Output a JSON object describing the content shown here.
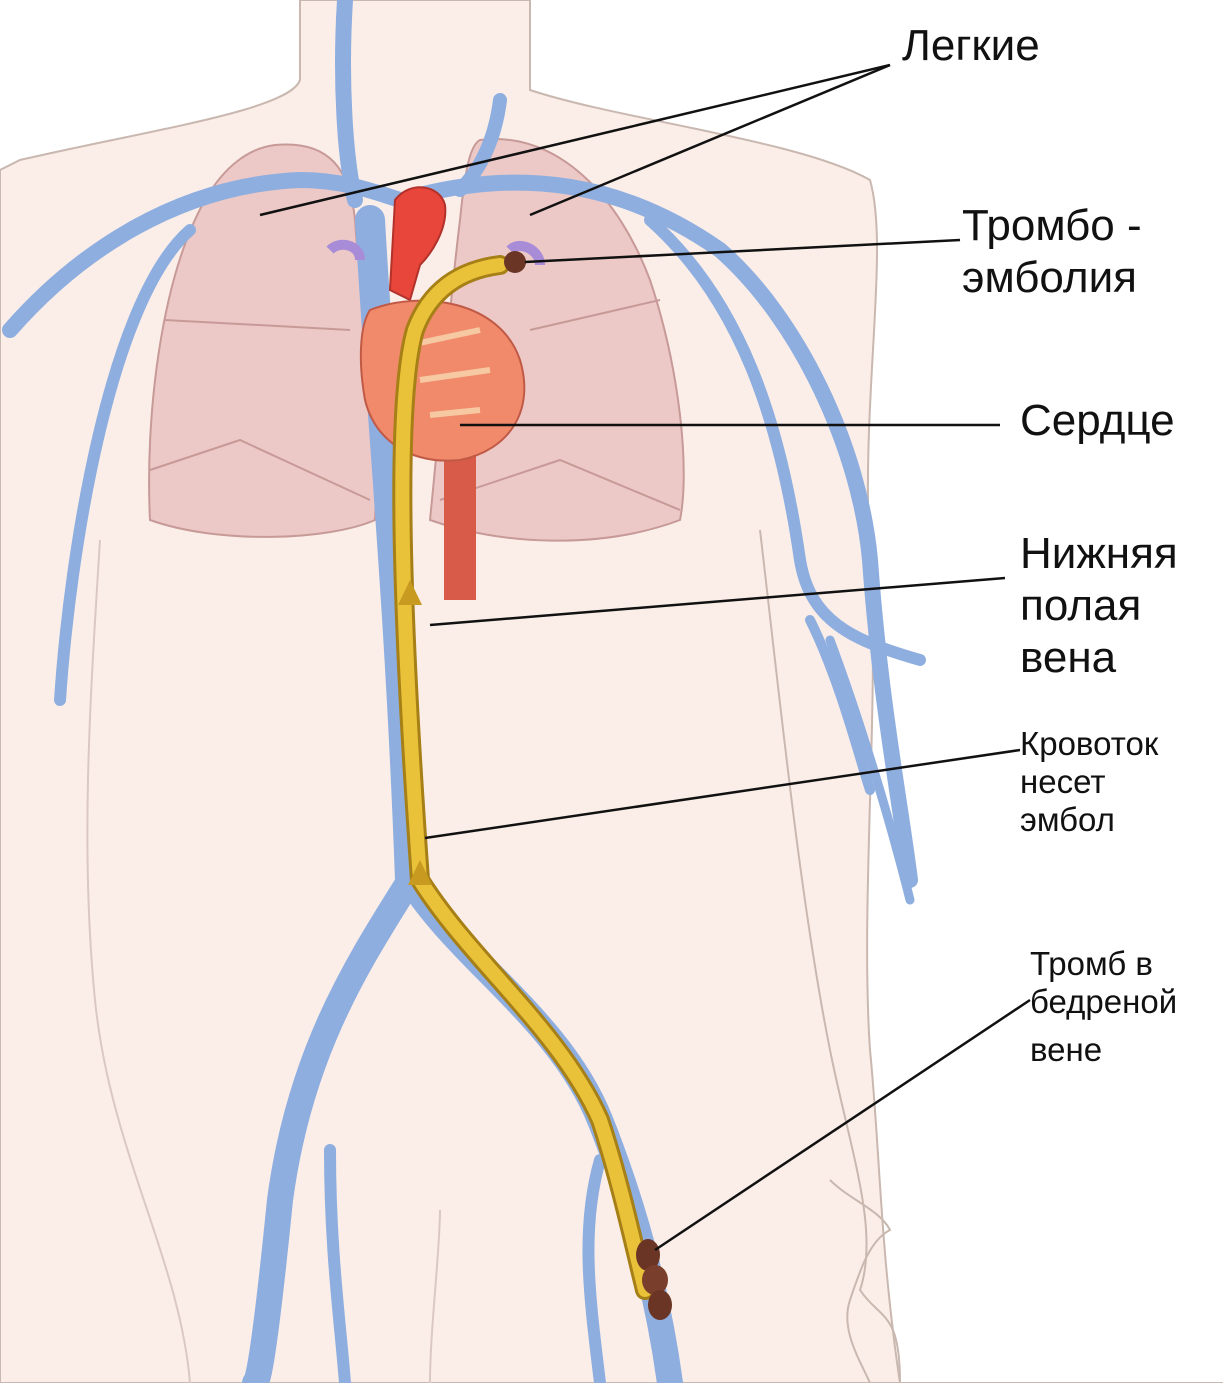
{
  "labels": {
    "lungs": "Легкие",
    "embolism_line1": "Тромбо -",
    "embolism_line2": "эмболия",
    "heart": "Сердце",
    "ivc_line1": "Нижняя",
    "ivc_line2": "полая",
    "ivc_line3": "вена",
    "flow_line1": "Кровоток",
    "flow_line2": "несет",
    "flow_line3": "эмбол",
    "clot_line1": "Тромб в",
    "clot_line2": "бедреной",
    "clot_line3": "вене"
  },
  "colors": {
    "skin": "#fbeee8",
    "outline": "#c9b8b0",
    "vein": "#8eaee0",
    "vein_dark": "#6f8fc8",
    "lung": "#ecc9c6",
    "heart": "#e8463a",
    "embolus_path": "#e9c23a",
    "clot": "#6b3525"
  }
}
